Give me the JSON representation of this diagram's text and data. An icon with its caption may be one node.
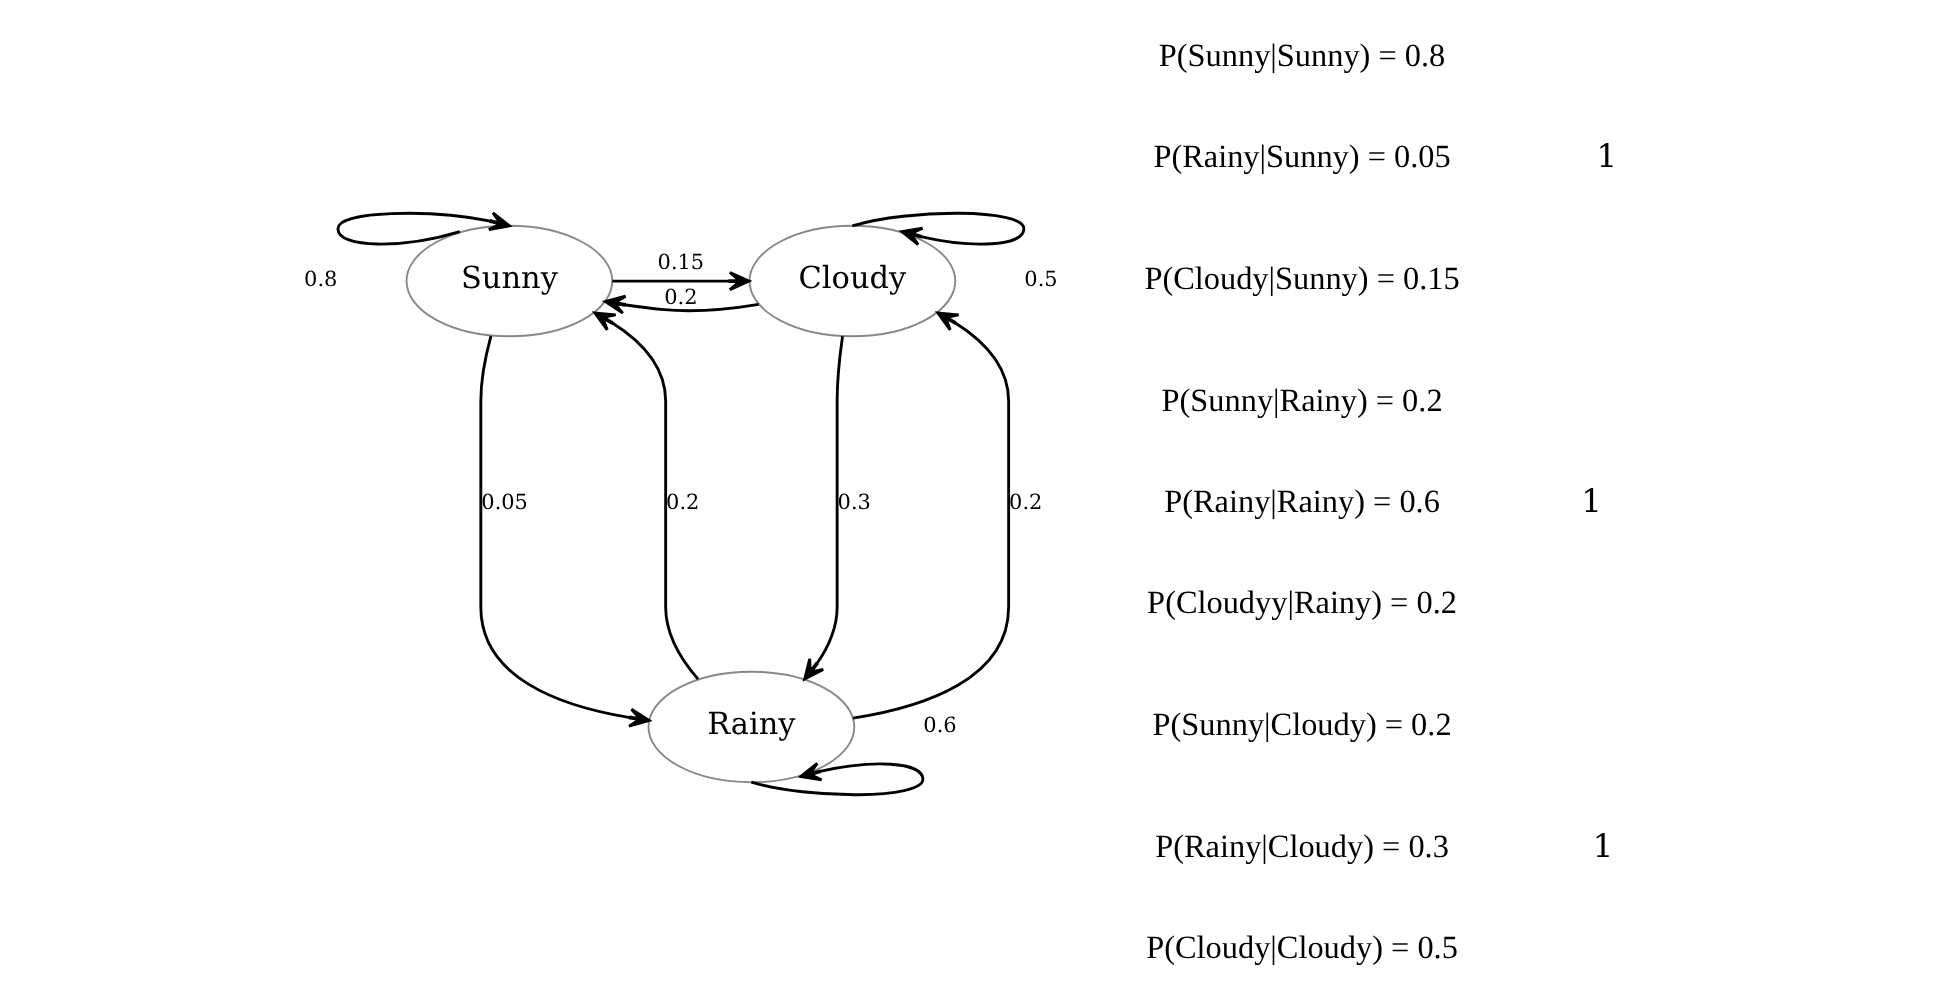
{
  "diagram": {
    "nodes": [
      {
        "text": [
          "Sunny"
        ]
      },
      {
        "text": [
          "Cloudy"
        ]
      },
      {
        "text": [
          "Rainy"
        ]
      }
    ],
    "edges": [
      {
        "from": 0,
        "to": 0,
        "arrow": "to",
        "label": "0.8"
      },
      {
        "from": 1,
        "to": 1,
        "arrow": "to",
        "label": "0.5"
      },
      {
        "from": 0,
        "to": 1,
        "arrow": "to",
        "label": "0.15"
      },
      {
        "from": 1,
        "to": 0,
        "arrow": "to",
        "label": "0.2"
      },
      {
        "from": 0,
        "to": 2,
        "arrow": "to",
        "label": "0.05"
      },
      {
        "from": 2,
        "to": 0,
        "arrow": "to",
        "label": "0.2"
      },
      {
        "from": 1,
        "to": 2,
        "arrow": "to",
        "label": "0.3"
      },
      {
        "from": 2,
        "to": 1,
        "arrow": "to",
        "label": "0.2"
      },
      {
        "from": 2,
        "to": 2,
        "arrow": "to",
        "label": "0.6"
      }
    ],
    "labels": [
      "P(Sunny|Sunny) = 0.8",
      "P(Rainy|Sunny) = 0.05",
      "P(Cloudy|Sunny) = 0.15",
      "1",
      "P(Sunny|Rainy) = 0.2",
      "P(Rainy|Rainy) = 0.6",
      "P(Cloudyy|Rainy) = 0.2",
      "1",
      "P(Sunny|Cloudy) = 0.2",
      "P(Rainy|Cloudy) = 0.3",
      "P(Cloudy|Cloudy) = 0.5",
      "1"
    ]
  }
}
